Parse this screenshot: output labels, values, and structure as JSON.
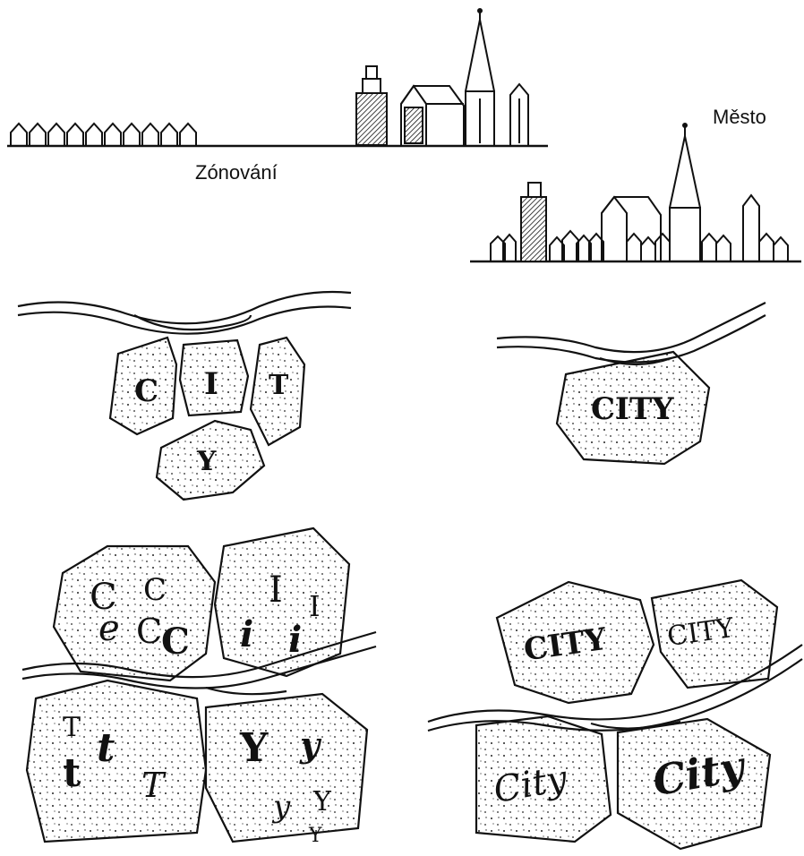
{
  "labels": {
    "zoning": "Zónování",
    "city": "Město"
  },
  "blocks": {
    "scattered_letters": [
      "C",
      "I",
      "T",
      "Y"
    ],
    "single_word": "CITY",
    "cluster_c": [
      "C",
      "C",
      "e",
      "C",
      "C"
    ],
    "cluster_i": [
      "I",
      "I",
      "i",
      "i"
    ],
    "cluster_t": [
      "T",
      "t",
      "t",
      "T"
    ],
    "cluster_y": [
      "Y",
      "y",
      "Y",
      "y",
      "Y"
    ],
    "word_upper_a": "CITY",
    "word_upper_b": "CITY",
    "word_script_a": "City",
    "word_script_b": "City"
  },
  "colors": {
    "ink": "#111111",
    "paper": "#ffffff"
  }
}
